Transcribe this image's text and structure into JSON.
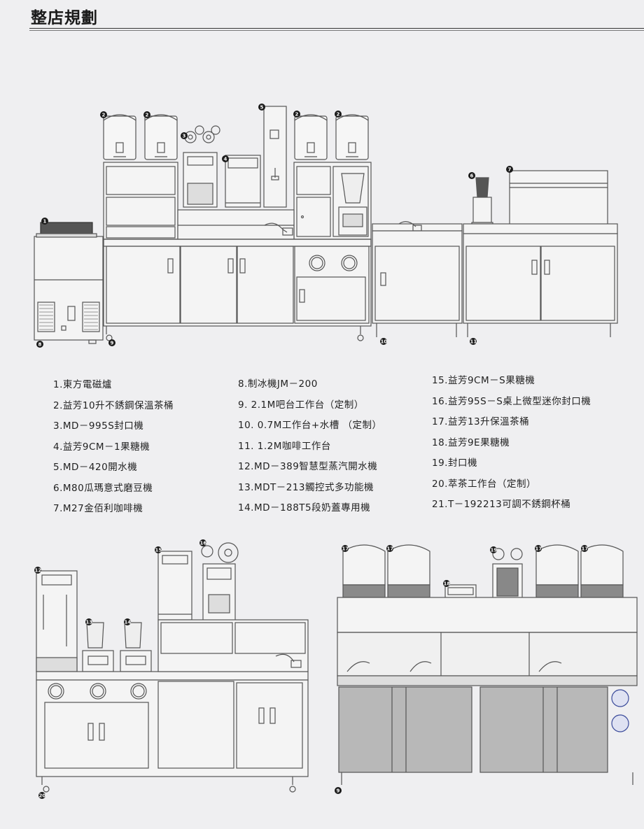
{
  "title": "整店規劃",
  "legend": {
    "col1": [
      "1.東方電磁爐",
      "2.益芳10升不銹鋼保溫茶桶",
      "3.MD－995S封口機",
      "4.益芳9CM－1果糖機",
      "5.MD－420開水機",
      "6.M80瓜瑪意式磨豆機",
      "7.M27金佰利咖啡機"
    ],
    "col2": [
      "8.制冰機JM－200",
      "9. 2.1M吧台工作台（定制）",
      "10. 0.7M工作台+水槽 （定制）",
      "11. 1.2M咖啡工作台",
      "12.MD－389智慧型蒸汽開水機",
      "13.MDT－213觸控式多功能機",
      "14.MD－188T5段奶蓋專用機"
    ],
    "col3": [
      "15.益芳9CM－S果糖機",
      "16.益芳95S－S桌上微型迷你封口機",
      "17.益芳13升保溫茶桶",
      "18.益芳9E果糖機",
      "19.封口機",
      "20.萃茶工作台（定制）",
      "21.T－192213可調不銹鋼杯桶"
    ]
  },
  "callouts": {
    "top": [
      "1",
      "2",
      "2",
      "3",
      "4",
      "5",
      "2",
      "2",
      "6",
      "7",
      "8",
      "9",
      "10",
      "11"
    ],
    "bottom_left": [
      "12",
      "13",
      "14",
      "15",
      "16",
      "20"
    ],
    "bottom_right": [
      "17",
      "17",
      "19",
      "17",
      "17",
      "18",
      "9"
    ]
  },
  "colors": {
    "line": "#555555",
    "badge": "#1a1a1a",
    "urn_band": "#8a8a8a",
    "steel": "#b8b8b8"
  }
}
